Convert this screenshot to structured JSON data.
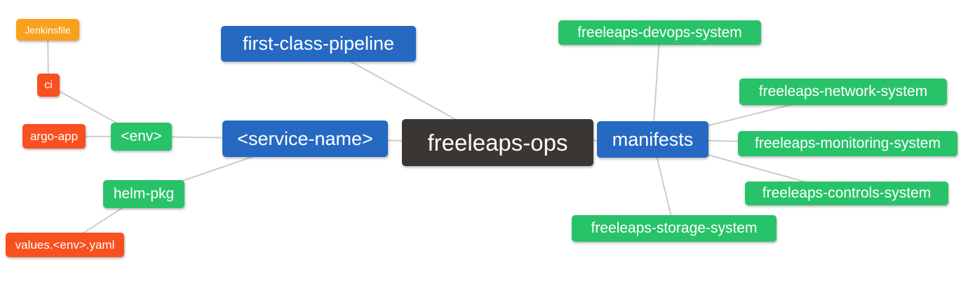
{
  "diagram": {
    "type": "mindmap",
    "background_color": "#ffffff",
    "edge_color": "#cccccc",
    "text_color": "#ffffff",
    "palette": {
      "root": "#3a3633",
      "level1": "#2569c3",
      "level2": "#28c368",
      "level3": "#f8501f",
      "level4": "#f9a11d"
    },
    "nodes": {
      "ops": {
        "label": "freeleaps-ops",
        "level": "root",
        "color": "#3a3633"
      },
      "pipeline": {
        "label": "first-class-pipeline",
        "level": "level1",
        "color": "#2569c3"
      },
      "service": {
        "label": "<service-name>",
        "level": "level1",
        "color": "#2569c3"
      },
      "manifests": {
        "label": "manifests",
        "level": "level1",
        "color": "#2569c3"
      },
      "env": {
        "label": "<env>",
        "level": "level2",
        "color": "#28c368"
      },
      "helm": {
        "label": "helm-pkg",
        "level": "level2",
        "color": "#28c368"
      },
      "devops": {
        "label": "freeleaps-devops-system",
        "level": "level2",
        "color": "#28c368"
      },
      "network": {
        "label": "freeleaps-network-system",
        "level": "level2",
        "color": "#28c368"
      },
      "monitoring": {
        "label": "freeleaps-monitoring-system",
        "level": "level2",
        "color": "#28c368"
      },
      "controls": {
        "label": "freeleaps-controls-system",
        "level": "level2",
        "color": "#28c368"
      },
      "storage": {
        "label": "freeleaps-storage-system",
        "level": "level2",
        "color": "#28c368"
      },
      "ci": {
        "label": "ci",
        "level": "level3",
        "color": "#f8501f"
      },
      "argo_app": {
        "label": "argo-app",
        "level": "level3",
        "color": "#f8501f"
      },
      "values": {
        "label": "values.<env>.yaml",
        "level": "level3",
        "color": "#f8501f"
      },
      "jenkinsfile": {
        "label": "Jenkinsfile",
        "level": "level4",
        "color": "#f9a11d"
      }
    },
    "edges": [
      [
        "jenkinsfile",
        "ci"
      ],
      [
        "ci",
        "env"
      ],
      [
        "argo_app",
        "env"
      ],
      [
        "env",
        "service"
      ],
      [
        "helm",
        "service"
      ],
      [
        "helm",
        "values"
      ],
      [
        "pipeline",
        "ops"
      ],
      [
        "service",
        "ops"
      ],
      [
        "ops",
        "manifests"
      ],
      [
        "manifests",
        "devops"
      ],
      [
        "manifests",
        "network"
      ],
      [
        "manifests",
        "monitoring"
      ],
      [
        "manifests",
        "controls"
      ],
      [
        "manifests",
        "storage"
      ]
    ]
  }
}
